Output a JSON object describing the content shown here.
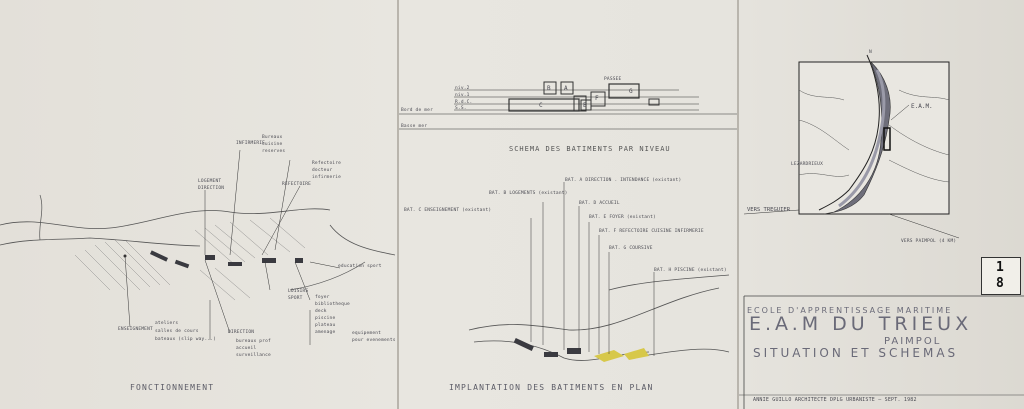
{
  "panel1": {
    "caption": "FONCTIONNEMENT",
    "labels": {
      "bureaux": [
        "Bureaux",
        "cuisine",
        "reserves"
      ],
      "infirmerie": "INFIRMERIE",
      "refectoire": [
        "Refectoire",
        "docteur",
        "infirmerie"
      ],
      "logement": [
        "LOGEMENT",
        "DIRECTION"
      ],
      "refectoire_caps": "REFECTOIRE",
      "education": "education sport",
      "ateliers": [
        "ateliers",
        "salles de cours",
        "bateaux (slip way...)"
      ],
      "enseignement": "ENSEIGNEMENT",
      "direction": "DIRECTION",
      "direction_sub": [
        "bureaux prof",
        "accueil",
        "surveillance"
      ],
      "loisirs": [
        "LOISIRS",
        "SPORT"
      ],
      "foyer": [
        "foyer",
        "bibliotheque",
        "deck",
        "piscine",
        "plateau",
        "amenage"
      ],
      "equipement": [
        "equipement",
        "pour evenements"
      ]
    }
  },
  "panel2": {
    "title": "SCHEMA   DES BATIMENTS PAR NIVEAU",
    "caption": "IMPLANTATION DES BATIMENTS EN PLAN",
    "block_letters": [
      "B",
      "A",
      "F",
      "G",
      "C",
      "E"
    ],
    "section_labels": [
      "PASSEE",
      "niv.2",
      "niv.1",
      "R.d.C.",
      "S.S.",
      "Bord de mer",
      "Basse mer"
    ],
    "legend": [
      "BAT. A  DIRECTION . INTENDANCE (existant)",
      "BAT. B  LOGEMENTS (existant)",
      "BAT. C  ENSEIGNEMENT (existant)",
      "BAT. D  ACCUEIL",
      "BAT. E  FOYER (existant)",
      "BAT. F  REFECTOIRE CUISINE INFIRMERIE",
      "BAT. G  COURSIVE",
      "BAT. H  PISCINE (existant)"
    ]
  },
  "panel3": {
    "map_labels": {
      "north": "N",
      "eam": "E.A.M.",
      "lezardrieux": "LEZARDRIEUX",
      "treguier": "VERS TREGUIER",
      "paimpol": "VERS PAIMPOL (4 KM)"
    },
    "sheet_number": "1",
    "sheet_total": "8",
    "title_line1": "ECOLE D'APPRENTISSAGE MARITIME",
    "title_line2": "E.A.M DU TRIEUX",
    "title_line3": "PAIMPOL",
    "title_line4": "SITUATION ET SCHEMAS",
    "footer": "ANNIE GUILLO  ARCHITECTE DPLG  URBANISTE  —  SEPT. 1982"
  }
}
